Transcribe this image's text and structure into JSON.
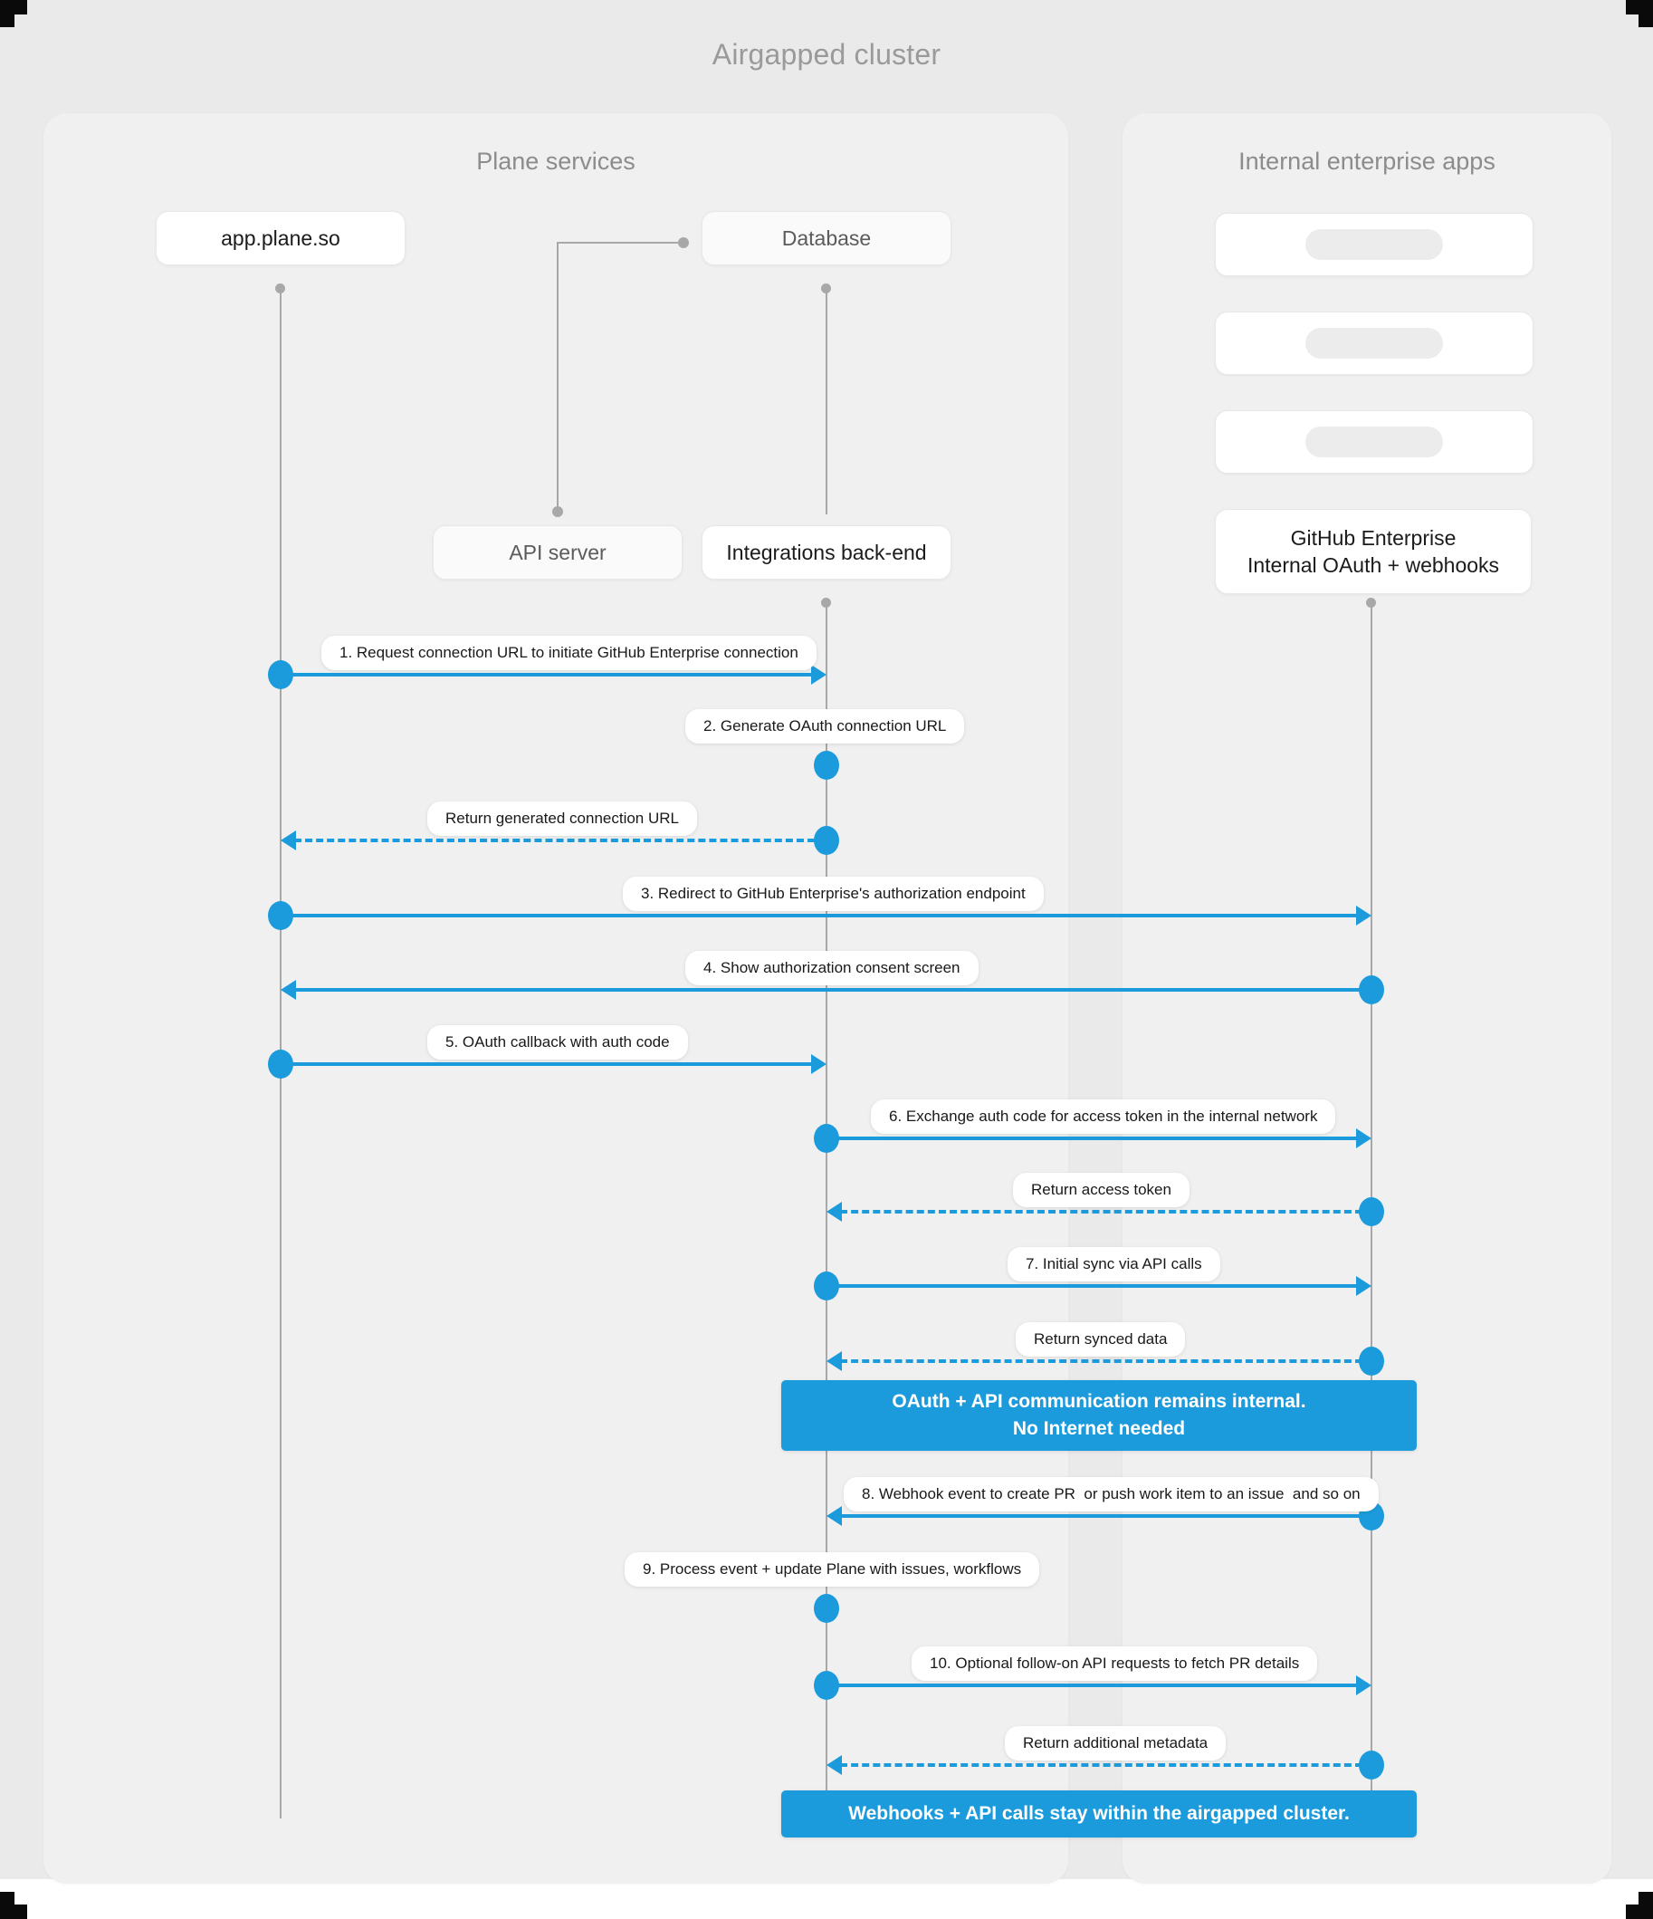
{
  "diagram": {
    "title": "Airgapped cluster",
    "type": "sequence-diagram",
    "accent_color": "#1c9bdc",
    "background_color": "#eaeaea",
    "panel_color": "#f0f0f0"
  },
  "panels": [
    {
      "id": "plane",
      "title": "Plane services"
    },
    {
      "id": "enterprise",
      "title": "Internal enterprise apps"
    }
  ],
  "nodes": [
    {
      "id": "app",
      "label": "app.plane.so",
      "panel": "plane"
    },
    {
      "id": "database",
      "label": "Database",
      "panel": "plane"
    },
    {
      "id": "api",
      "label": "API server",
      "panel": "plane"
    },
    {
      "id": "integrations",
      "label": "Integrations back-end",
      "panel": "plane"
    },
    {
      "id": "github",
      "label": "GitHub Enterprise\nInternal OAuth + webhooks",
      "panel": "enterprise"
    }
  ],
  "placeholder_cards": [
    {
      "id": "ph-1"
    },
    {
      "id": "ph-2"
    },
    {
      "id": "ph-3"
    }
  ],
  "messages": [
    {
      "n": 1,
      "label": "1. Request connection URL to initiate GitHub Enterprise connection",
      "from": "app",
      "to": "integrations",
      "style": "solid"
    },
    {
      "n": 2,
      "label": "2. Generate OAuth connection URL",
      "from": "integrations",
      "to": "integrations",
      "style": "self"
    },
    {
      "n": 3,
      "label": "Return generated connection URL",
      "from": "integrations",
      "to": "app",
      "style": "dashed"
    },
    {
      "n": 4,
      "label": "3. Redirect to GitHub Enterprise's authorization endpoint",
      "from": "app",
      "to": "github",
      "style": "solid"
    },
    {
      "n": 5,
      "label": "4. Show authorization consent screen",
      "from": "github",
      "to": "app",
      "style": "solid"
    },
    {
      "n": 6,
      "label": "5. OAuth callback with auth code",
      "from": "app",
      "to": "integrations",
      "style": "solid"
    },
    {
      "n": 7,
      "label": "6. Exchange auth code for access token in the internal network",
      "from": "integrations",
      "to": "github",
      "style": "solid"
    },
    {
      "n": 8,
      "label": "Return access token",
      "from": "github",
      "to": "integrations",
      "style": "dashed"
    },
    {
      "n": 9,
      "label": "7. Initial sync via API calls",
      "from": "integrations",
      "to": "github",
      "style": "solid"
    },
    {
      "n": 10,
      "label": "Return synced data",
      "from": "github",
      "to": "integrations",
      "style": "dashed"
    },
    {
      "n": 11,
      "label": "8. Webhook event to create PR  or push work item to an issue  and so on",
      "from": "github",
      "to": "integrations",
      "style": "solid"
    },
    {
      "n": 12,
      "label": "9. Process event + update Plane with issues, workflows",
      "from": "integrations",
      "to": "integrations",
      "style": "self"
    },
    {
      "n": 13,
      "label": "10. Optional follow-on API requests to fetch PR details",
      "from": "integrations",
      "to": "github",
      "style": "solid"
    },
    {
      "n": 14,
      "label": "Return additional metadata",
      "from": "github",
      "to": "integrations",
      "style": "dashed"
    }
  ],
  "notes": [
    {
      "id": "note-internal",
      "line1": "OAuth + API communication remains internal.",
      "line2": "No Internet needed"
    },
    {
      "id": "note-airgapped",
      "line1": "Webhooks + API calls stay within the airgapped cluster.",
      "line2": ""
    }
  ]
}
